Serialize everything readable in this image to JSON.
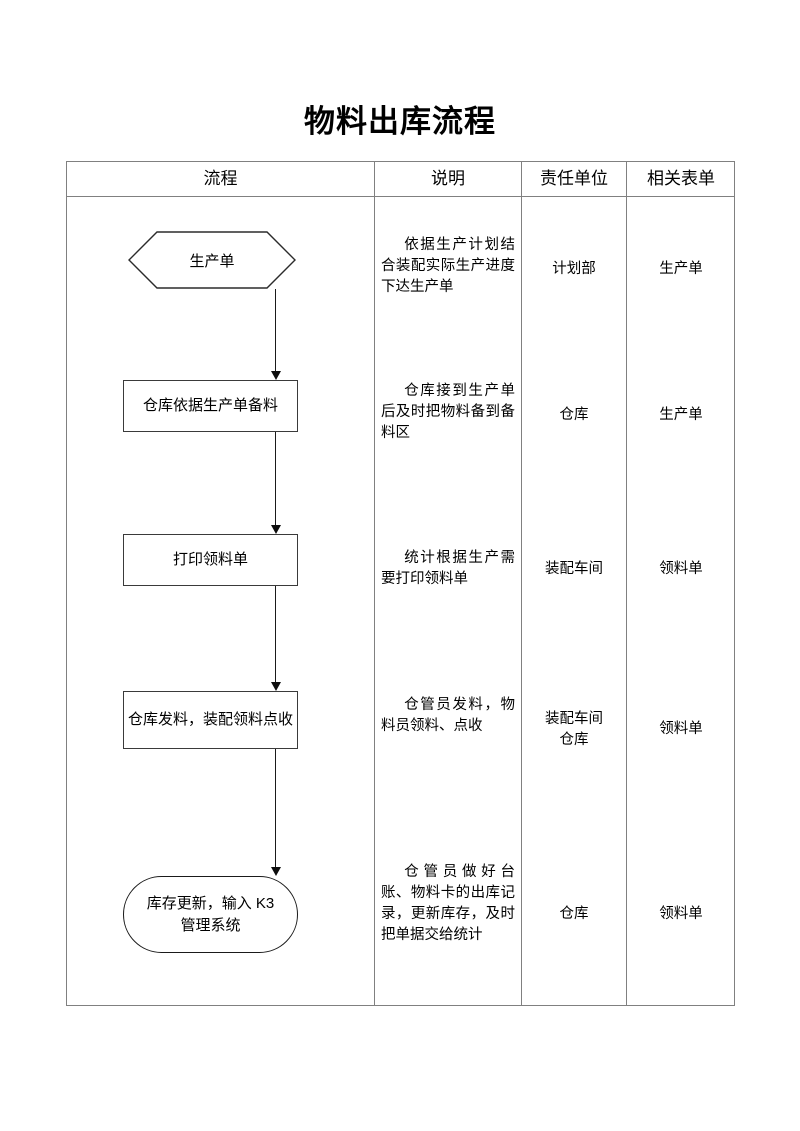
{
  "document": {
    "title": "物料出库流程"
  },
  "table": {
    "headers": [
      {
        "key": "flow",
        "label": "流程"
      },
      {
        "key": "desc",
        "label": "说明"
      },
      {
        "key": "dept",
        "label": "责任单位"
      },
      {
        "key": "form",
        "label": "相关表单"
      }
    ],
    "rows": [
      {
        "shape": "hexagon",
        "flow_label": "生产单",
        "desc": "依据生产计划结合装配实际生产进度下达生产单",
        "dept": "计划部",
        "form": "生产单"
      },
      {
        "shape": "rectangle",
        "flow_label": "仓库依据生产单备料",
        "desc": "仓库接到生产单后及时把物料备到备料区",
        "dept": "仓库",
        "form": "生产单"
      },
      {
        "shape": "rectangle",
        "flow_label": "打印领料单",
        "desc": "统计根据生产需要打印领料单",
        "dept": "装配车间",
        "form": "领料单"
      },
      {
        "shape": "rectangle",
        "flow_label": "仓库发料，装配领料点收",
        "desc": "仓管员发料，物料员领料、点收",
        "dept": "装配车间\n仓库",
        "form": "领料单"
      },
      {
        "shape": "rounded",
        "flow_label": "库存更新，输入 K3\n管理系统",
        "desc": "仓管员做好台账、物料卡的出库记录，更新库存，及时把单据交给统计",
        "dept": "仓库",
        "form": "领料单"
      }
    ]
  },
  "connectors": [
    {
      "name": "arrow-1-to-2"
    },
    {
      "name": "arrow-2-to-3"
    },
    {
      "name": "arrow-3-to-4"
    },
    {
      "name": "arrow-4-to-5"
    }
  ],
  "colors": {
    "page_background": "#ffffff",
    "table_border": "#808080",
    "shape_stroke": "#2b2b2b",
    "text": "#000000"
  }
}
